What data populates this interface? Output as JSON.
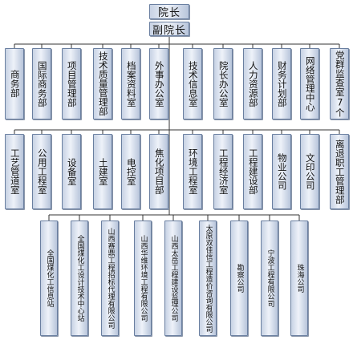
{
  "top": {
    "president": "院长",
    "vice_president": "副院长"
  },
  "row1": [
    "商务部",
    "国际商务部",
    "项目管理部",
    "技术质量管理部",
    "档案资料室",
    "外事办公室",
    "技术信息室",
    "院长办公室",
    "人力资源部",
    "财务计划部",
    "网络管理中心",
    "党群监查室7个"
  ],
  "row2": [
    "工艺管道室",
    "公用工程室",
    "设备室",
    "土建室",
    "电控室",
    "焦化项目部",
    "环境工程室",
    "工程经济室",
    "工程建设部",
    "物业公司",
    "文印公司",
    "离退职工管理部"
  ],
  "row3": [
    "全国煤化工信息站",
    "全国煤化工设计技术中心站",
    "山西赛鼎工程招标代理有限公司",
    "山西华维环境工程有限公司",
    "山西太岳工程建设监理公司",
    "太原双佳信工程造价咨询有限公司",
    "勘察公司",
    "宁波工程有限公司",
    "珠海公司"
  ],
  "colors": {
    "box_border": "#6a7fa0",
    "box_fill_light": "#eef2f9",
    "box_fill_dark": "#b8c5db",
    "line": "#333333"
  }
}
